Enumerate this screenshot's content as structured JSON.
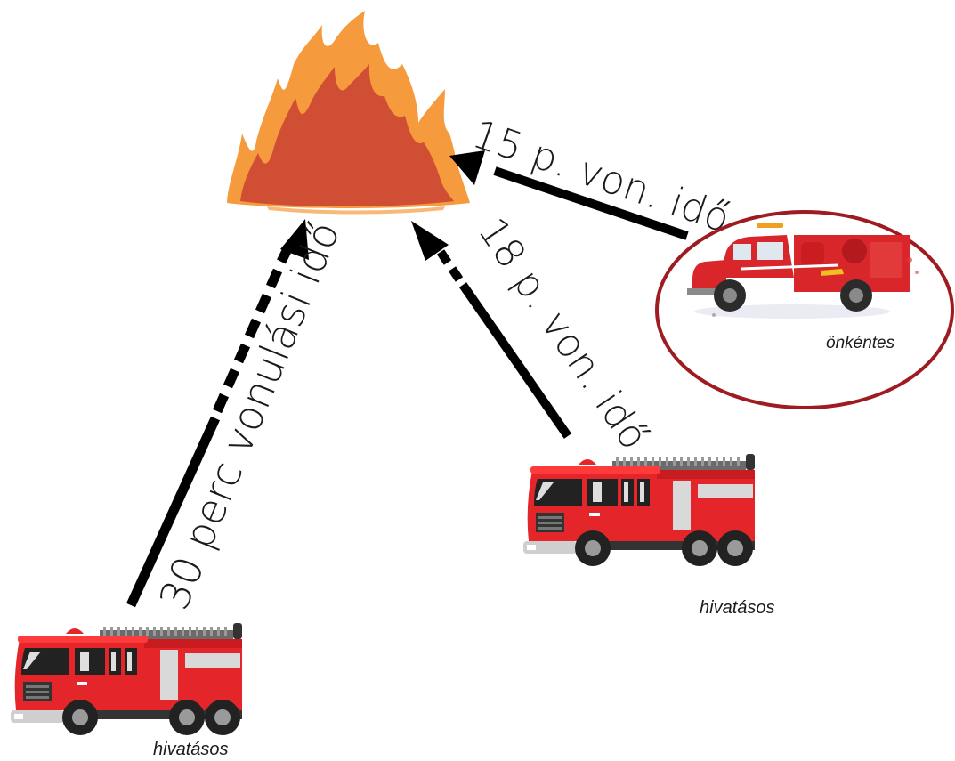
{
  "routes": {
    "volunteer": {
      "label": "15 p. von. idő",
      "minutes": 15
    },
    "pro_near": {
      "label": "18 p. von. idő",
      "minutes": 18
    },
    "pro_far": {
      "label": "30 perc vonulási idő",
      "minutes": 30
    }
  },
  "trucks": {
    "volunteer_caption": "önkéntes",
    "pro_near_caption": "hivatásos",
    "pro_far_caption": "hivatásos"
  },
  "colors": {
    "fire_outer": "#f59a3d",
    "fire_inner": "#d04e33",
    "truck_red": "#e4262a",
    "highlight_ellipse": "#9e1b21",
    "arrow": "#000000"
  }
}
